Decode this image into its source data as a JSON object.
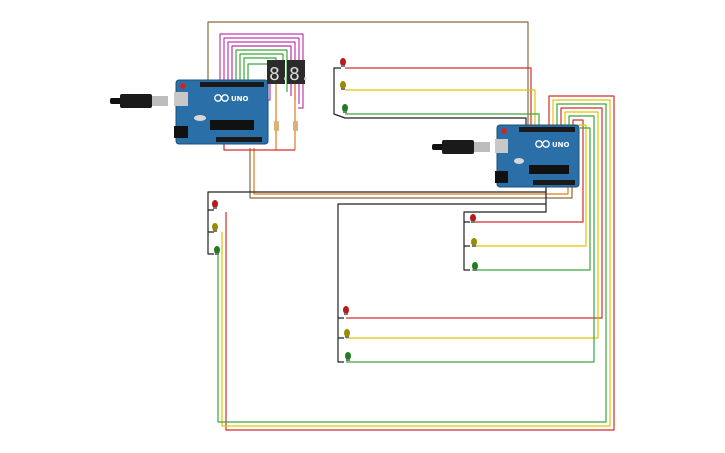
{
  "canvas": {
    "background": "#ffffff"
  },
  "colors": {
    "board": "#2a6fa8",
    "board_edge": "#1b4f7a",
    "wire_red": "#d32f2f",
    "wire_yellow": "#e2c400",
    "wire_green": "#3aa83a",
    "wire_orange": "#e07a1f",
    "wire_brown": "#8a6a3a",
    "wire_magenta": "#c03ab0",
    "wire_black": "#222222",
    "led_red": "#b71c1c",
    "led_yellow": "#9a8a00",
    "led_green": "#1e7d1e",
    "display_body": "#2b2b2b",
    "display_segment": "#d9d9d9"
  },
  "boards": [
    {
      "id": "arduino-uno-1",
      "label": "UNO",
      "brand_icon": "infinity-logo-icon"
    },
    {
      "id": "arduino-uno-2",
      "label": "UNO",
      "brand_icon": "infinity-logo-icon"
    }
  ],
  "displays": [
    {
      "id": "seven-seg-1",
      "digit": "8."
    },
    {
      "id": "seven-seg-2",
      "digit": "8."
    }
  ],
  "led_groups": [
    {
      "id": "leds-top-center",
      "colors": [
        "red",
        "yellow",
        "green"
      ]
    },
    {
      "id": "leds-left",
      "colors": [
        "red",
        "yellow",
        "green"
      ]
    },
    {
      "id": "leds-right",
      "colors": [
        "red",
        "yellow",
        "green"
      ]
    },
    {
      "id": "leds-bottom-center",
      "colors": [
        "red",
        "yellow",
        "green"
      ]
    }
  ],
  "icons": {
    "usb_plug": "usb-plug-icon",
    "power_jack": "power-jack-icon",
    "reset_button": "reset-button-icon",
    "resistor": "resistor-icon"
  }
}
